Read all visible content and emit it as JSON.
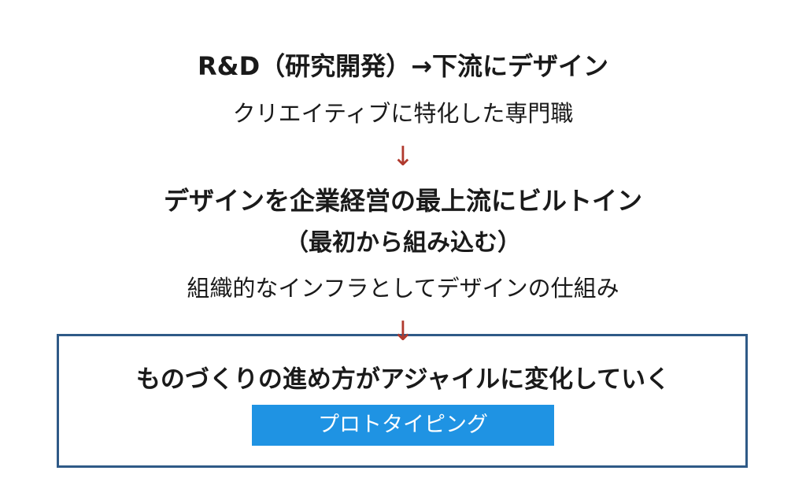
{
  "section1": {
    "title": "R&D（研究開発）→下流にデザイン",
    "subtitle": "クリエイティブに特化した専門職"
  },
  "arrow1": "↓",
  "section2": {
    "title": "デザインを企業経営の最上流にビルトイン",
    "note": "（最初から組み込む）",
    "subtitle": "組織的なインフラとしてデザインの仕組み"
  },
  "arrow2": "↓",
  "section3": {
    "title": "ものづくりの進め方がアジャイルに変化していく",
    "badge": "プロトタイピング"
  },
  "colors": {
    "arrow": "#b03a2e",
    "frame": "#2f5a87",
    "badge": "#1f93e3"
  }
}
